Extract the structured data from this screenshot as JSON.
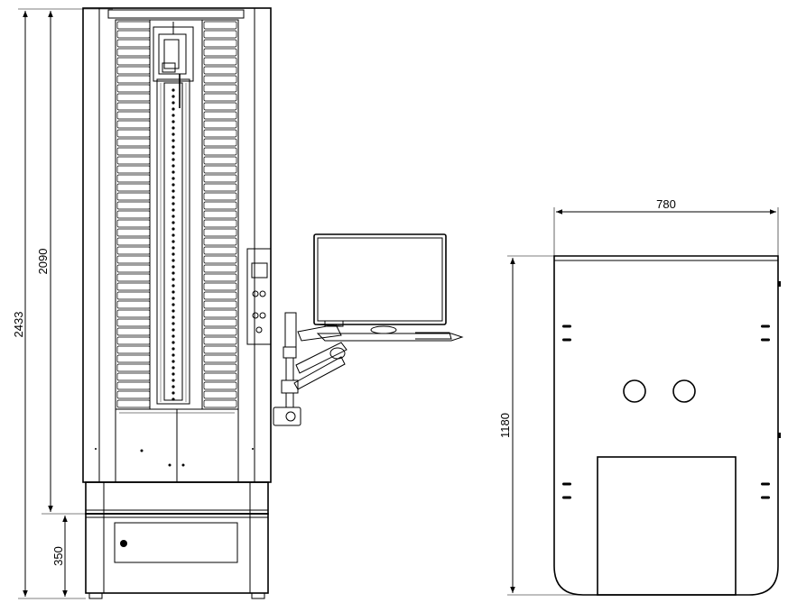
{
  "dimensions": {
    "overall_height": "2433",
    "column_height": "2090",
    "base_height": "350",
    "depth": "780",
    "footprint_height": "1180"
  }
}
